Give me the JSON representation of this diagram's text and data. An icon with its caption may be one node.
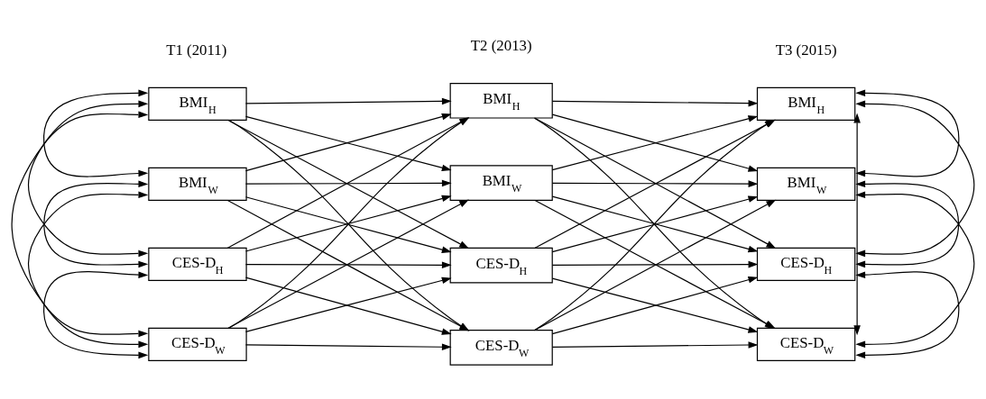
{
  "diagram": {
    "nodes": [
      {
        "text": [
          "BMI$_{H}$"
        ]
      },
      {
        "text": [
          "BMI$_{W}$"
        ]
      },
      {
        "text": [
          "CES-D$_{H}$"
        ]
      },
      {
        "text": [
          "CES-D$_{W}$"
        ]
      },
      {
        "text": [
          "BMI$_{H}$"
        ]
      },
      {
        "text": [
          "BMI$_{W}$"
        ]
      },
      {
        "text": [
          "CES-D$_{H}$"
        ]
      },
      {
        "text": [
          "CES-D$_{W}$"
        ]
      },
      {
        "text": [
          "BMI$_{H}$"
        ]
      },
      {
        "text": [
          "BMI$_{W}$"
        ]
      },
      {
        "text": [
          "CES-D$_{H}$"
        ]
      },
      {
        "text": [
          "CES-D$_{W}$"
        ]
      }
    ],
    "edges": [
      {
        "from": 0,
        "to": 1,
        "arrow": "both"
      },
      {
        "from": 0,
        "to": 2,
        "arrow": "both"
      },
      {
        "from": 0,
        "to": 3,
        "arrow": "both"
      },
      {
        "from": 1,
        "to": 2,
        "arrow": "both"
      },
      {
        "from": 1,
        "to": 3,
        "arrow": "both"
      },
      {
        "from": 2,
        "to": 3,
        "arrow": "both"
      },
      {
        "from": 0,
        "to": 4,
        "arrow": "to"
      },
      {
        "from": 0,
        "to": 5,
        "arrow": "to"
      },
      {
        "from": 0,
        "to": 6,
        "arrow": "to"
      },
      {
        "from": 0,
        "to": 7,
        "arrow": "to"
      },
      {
        "from": 1,
        "to": 4,
        "arrow": "to"
      },
      {
        "from": 1,
        "to": 5,
        "arrow": "to"
      },
      {
        "from": 1,
        "to": 6,
        "arrow": "to"
      },
      {
        "from": 1,
        "to": 7,
        "arrow": "to"
      },
      {
        "from": 2,
        "to": 4,
        "arrow": "to"
      },
      {
        "from": 2,
        "to": 5,
        "arrow": "to"
      },
      {
        "from": 2,
        "to": 6,
        "arrow": "to"
      },
      {
        "from": 2,
        "to": 7,
        "arrow": "to"
      },
      {
        "from": 3,
        "to": 4,
        "arrow": "to"
      },
      {
        "from": 3,
        "to": 5,
        "arrow": "to"
      },
      {
        "from": 3,
        "to": 6,
        "arrow": "to"
      },
      {
        "from": 3,
        "to": 7,
        "arrow": "to"
      },
      {
        "from": 4,
        "to": 8,
        "arrow": "to"
      },
      {
        "from": 4,
        "to": 9,
        "arrow": "to"
      },
      {
        "from": 4,
        "to": 10,
        "arrow": "to"
      },
      {
        "from": 4,
        "to": 11,
        "arrow": "to"
      },
      {
        "from": 5,
        "to": 8,
        "arrow": "to"
      },
      {
        "from": 5,
        "to": 9,
        "arrow": "to"
      },
      {
        "from": 5,
        "to": 10,
        "arrow": "to"
      },
      {
        "from": 5,
        "to": 11,
        "arrow": "to"
      },
      {
        "from": 6,
        "to": 8,
        "arrow": "to"
      },
      {
        "from": 6,
        "to": 9,
        "arrow": "to"
      },
      {
        "from": 6,
        "to": 10,
        "arrow": "to"
      },
      {
        "from": 6,
        "to": 11,
        "arrow": "to"
      },
      {
        "from": 7,
        "to": 8,
        "arrow": "to"
      },
      {
        "from": 7,
        "to": 9,
        "arrow": "to"
      },
      {
        "from": 7,
        "to": 10,
        "arrow": "to"
      },
      {
        "from": 7,
        "to": 11,
        "arrow": "to"
      },
      {
        "from": 8,
        "to": 9,
        "arrow": "both"
      },
      {
        "from": 8,
        "to": 10,
        "arrow": "both"
      },
      {
        "from": 8,
        "to": 11,
        "arrow": "both"
      },
      {
        "from": 9,
        "to": 10,
        "arrow": "both"
      },
      {
        "from": 9,
        "to": 11,
        "arrow": "both"
      },
      {
        "from": 10,
        "to": 11,
        "arrow": "both"
      }
    ],
    "labels": [
      "T1 (2011)",
      "T2 (2013)",
      "T3 (2015)"
    ]
  }
}
